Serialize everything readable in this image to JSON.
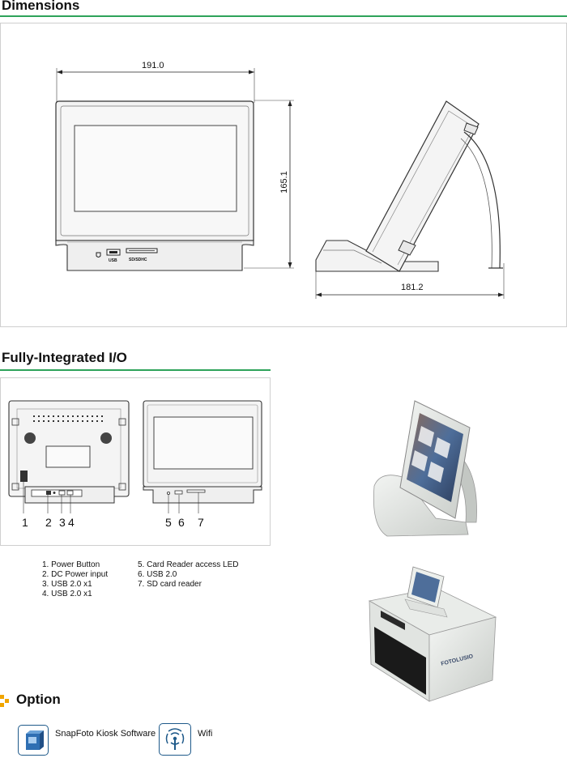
{
  "sections": {
    "dimensions_title": "Dimensions",
    "io_title": "Fully-Integrated I/O",
    "option_title": "Option"
  },
  "dimensions": {
    "width": "191.0",
    "height": "165.1",
    "depth": "181.2",
    "usb_port_label": "USB",
    "card_slot_label": "SD/SDHC"
  },
  "io": {
    "callouts": [
      "1",
      "2",
      "3",
      "4",
      "5",
      "6",
      "7"
    ],
    "legend_left": [
      "1. Power Button",
      "2. DC Power input",
      "3. USB 2.0 x1",
      "4. USB 2.0 x1"
    ],
    "legend_right": [
      "5. Card Reader access LED",
      "6. USB 2.0",
      "7. SD card reader"
    ]
  },
  "photos": {
    "printer_brand": "FOTOLUSIO"
  },
  "options": [
    {
      "label": "SnapFoto Kiosk Software",
      "icon": "software-box-icon"
    },
    {
      "label": "Wifi",
      "icon": "wifi-icon"
    }
  ],
  "colors": {
    "accent_green": "#2ea35a",
    "option_orange": "#f0a500",
    "frame_border": "#cfcfcf"
  }
}
